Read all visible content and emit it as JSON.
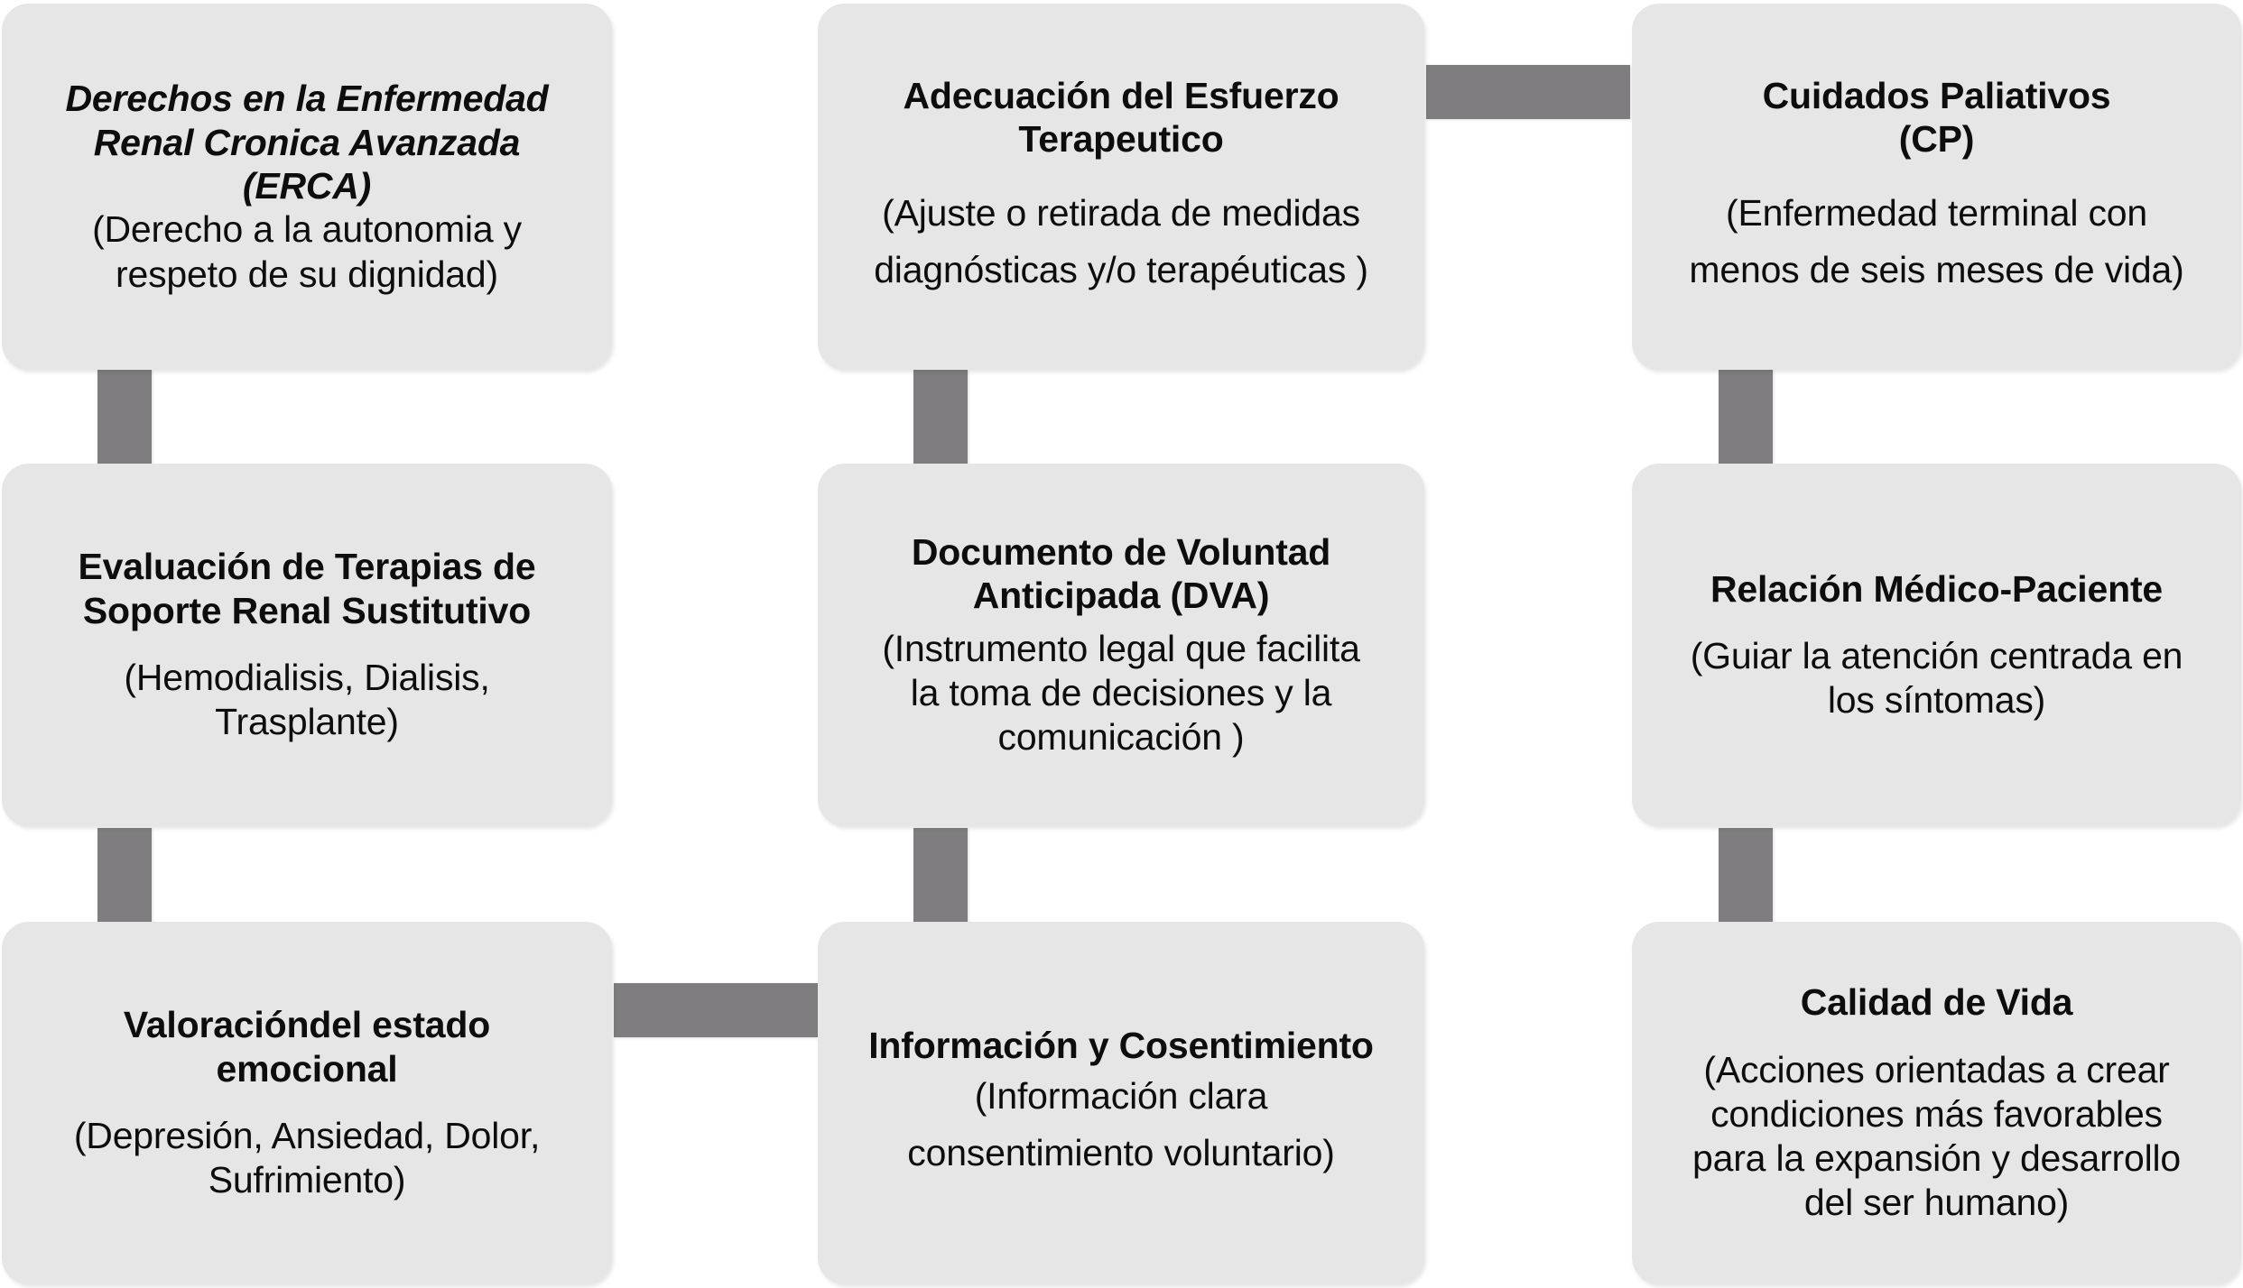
{
  "diagram": {
    "type": "flowchart-grid",
    "columns": 3,
    "rows": 3,
    "box_fill_color": "#e6e6e6",
    "connector_color": "#807d80",
    "background_color": "#ffffff",
    "nodes": [
      {
        "id": "erca",
        "row": 1,
        "column": 1,
        "title_italic": true,
        "title_lines": [
          "Derechos en la Enfermedad",
          "Renal Cronica Avanzada",
          "(ERCA)"
        ],
        "sub_lines": [
          "(Derecho a la autonomia y",
          "respeto de su dignidad)"
        ]
      },
      {
        "id": "adecuacion-esfuerzo-terapeutico",
        "row": 1,
        "column": 2,
        "title_italic": false,
        "title_lines": [
          "Adecuación del Esfuerzo",
          "Terapeutico"
        ],
        "sub_lines": [
          "(Ajuste o retirada de medidas",
          "diagnósticas y/o terapéuticas )"
        ]
      },
      {
        "id": "cuidados-paliativos",
        "row": 1,
        "column": 3,
        "title_italic": false,
        "title_lines": [
          "Cuidados Paliativos",
          "(CP)"
        ],
        "sub_lines": [
          "(Enfermedad terminal con",
          "menos de seis meses de vida)"
        ]
      },
      {
        "id": "evaluacion-terapias-soporte-renal",
        "row": 2,
        "column": 1,
        "title_italic": false,
        "title_lines": [
          "Evaluación de Terapias de",
          "Soporte Renal Sustitutivo"
        ],
        "sub_lines": [
          "(Hemodialisis, Dialisis,",
          "Trasplante)"
        ]
      },
      {
        "id": "documento-voluntad-anticipada",
        "row": 2,
        "column": 2,
        "title_italic": false,
        "title_lines": [
          "Documento de Voluntad",
          "Anticipada (DVA)"
        ],
        "sub_lines": [
          "(Instrumento legal que facilita",
          "la toma de decisiones y la",
          "comunicación )"
        ]
      },
      {
        "id": "relacion-medico-paciente",
        "row": 2,
        "column": 3,
        "title_italic": false,
        "title_lines": [
          "Relación Médico-Paciente"
        ],
        "sub_lines": [
          "(Guiar la atención centrada en",
          "los síntomas)"
        ]
      },
      {
        "id": "valoracion-estado-emocional",
        "row": 3,
        "column": 1,
        "title_italic": false,
        "title_lines": [
          "Valoracióndel estado",
          "emocional"
        ],
        "sub_lines": [
          "(Depresión, Ansiedad, Dolor,",
          "Sufrimiento)"
        ]
      },
      {
        "id": "informacion-y-consentimiento",
        "row": 3,
        "column": 2,
        "title_italic": false,
        "title_lines": [
          "Información y Cosentimiento"
        ],
        "sub_lines": [
          "(Información clara",
          "consentimiento voluntario)"
        ]
      },
      {
        "id": "calidad-de-vida",
        "row": 3,
        "column": 3,
        "title_italic": false,
        "title_lines": [
          "Calidad de Vida"
        ],
        "sub_lines": [
          "(Acciones orientadas a crear",
          "condiciones más favorables",
          "para la expansión y desarrollo",
          "del ser humano)"
        ]
      }
    ],
    "connectors": [
      {
        "id": "erca-to-evaluacion",
        "orientation": "vertical",
        "from": "erca",
        "to": "evaluacion-terapias-soporte-renal"
      },
      {
        "id": "evaluacion-to-valoracion",
        "orientation": "vertical",
        "from": "evaluacion-terapias-soporte-renal",
        "to": "valoracion-estado-emocional"
      },
      {
        "id": "adecuacion-to-dva",
        "orientation": "vertical",
        "from": "adecuacion-esfuerzo-terapeutico",
        "to": "documento-voluntad-anticipada"
      },
      {
        "id": "dva-to-informacion",
        "orientation": "vertical",
        "from": "documento-voluntad-anticipada",
        "to": "informacion-y-consentimiento"
      },
      {
        "id": "paliativos-to-relacion",
        "orientation": "vertical",
        "from": "cuidados-paliativos",
        "to": "relacion-medico-paciente"
      },
      {
        "id": "relacion-to-calidad",
        "orientation": "vertical",
        "from": "relacion-medico-paciente",
        "to": "calidad-de-vida"
      },
      {
        "id": "adecuacion-to-paliativos",
        "orientation": "horizontal",
        "from": "adecuacion-esfuerzo-terapeutico",
        "to": "cuidados-paliativos"
      },
      {
        "id": "valoracion-to-informacion",
        "orientation": "horizontal",
        "from": "valoracion-estado-emocional",
        "to": "informacion-y-consentimiento"
      }
    ]
  }
}
